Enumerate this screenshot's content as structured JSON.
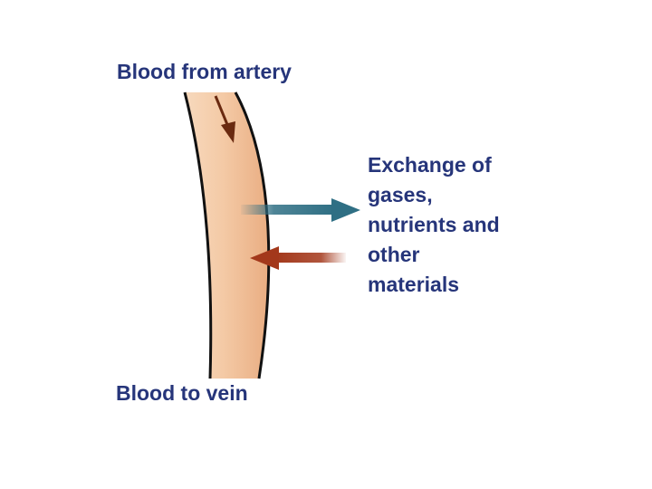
{
  "labels": {
    "top": "Blood from artery",
    "bottom": "Blood to vein",
    "exchange_lines": [
      "Exchange of",
      "gases,",
      "nutrients and",
      "other",
      "materials"
    ]
  },
  "colors": {
    "text": "#26357a",
    "vessel_fill": "#f2c49e",
    "vessel_outline": "#111111",
    "flow_arrow": "#6a2a10",
    "outgoing_arrow": "#2f6f84",
    "incoming_arrow": "#a3381b"
  },
  "icons": {
    "flow": "down-arrow-icon",
    "outgoing": "right-arrow-icon",
    "incoming": "left-arrow-icon"
  }
}
